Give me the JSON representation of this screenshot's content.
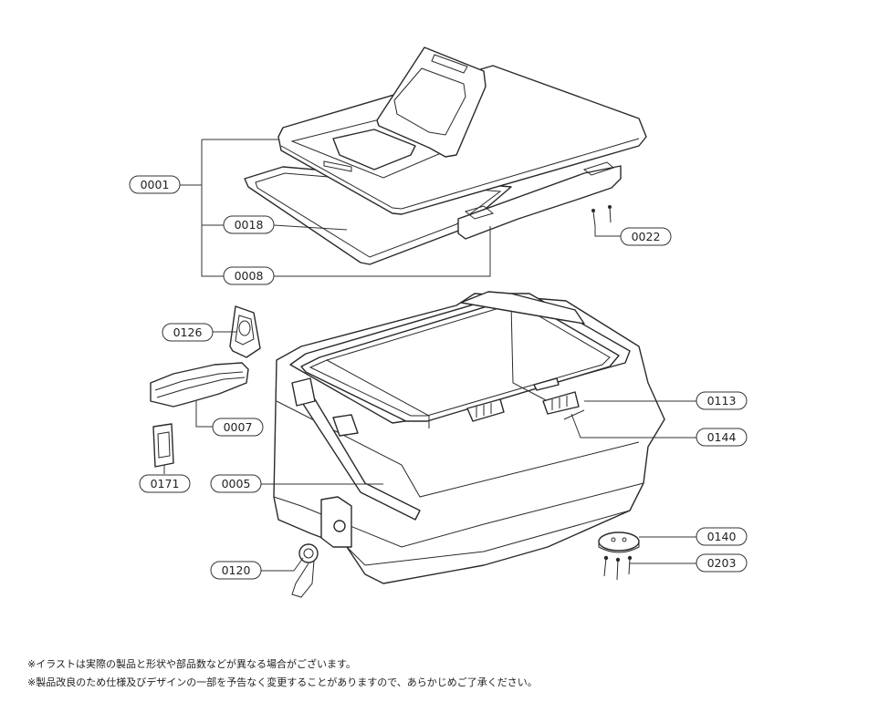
{
  "labels": [
    {
      "id": "0001",
      "text": "0001"
    },
    {
      "id": "0018",
      "text": "0018"
    },
    {
      "id": "0008",
      "text": "0008"
    },
    {
      "id": "0022",
      "text": "0022"
    },
    {
      "id": "0126",
      "text": "0126"
    },
    {
      "id": "0007",
      "text": "0007"
    },
    {
      "id": "0171",
      "text": "0171"
    },
    {
      "id": "0005",
      "text": "0005"
    },
    {
      "id": "0120",
      "text": "0120"
    },
    {
      "id": "0113",
      "text": "0113"
    },
    {
      "id": "0144",
      "text": "0144"
    },
    {
      "id": "0140",
      "text": "0140"
    },
    {
      "id": "0203",
      "text": "0203"
    }
  ],
  "notes": [
    "※イラストは実際の製品と形状や部品数などが異なる場合がございます。",
    "※製品改良のため仕様及びデザインの一部を予告なく変更することがありますので、あらかじめご了承ください。"
  ],
  "colors": {
    "line": "#2a2a2a",
    "background": "#ffffff"
  }
}
